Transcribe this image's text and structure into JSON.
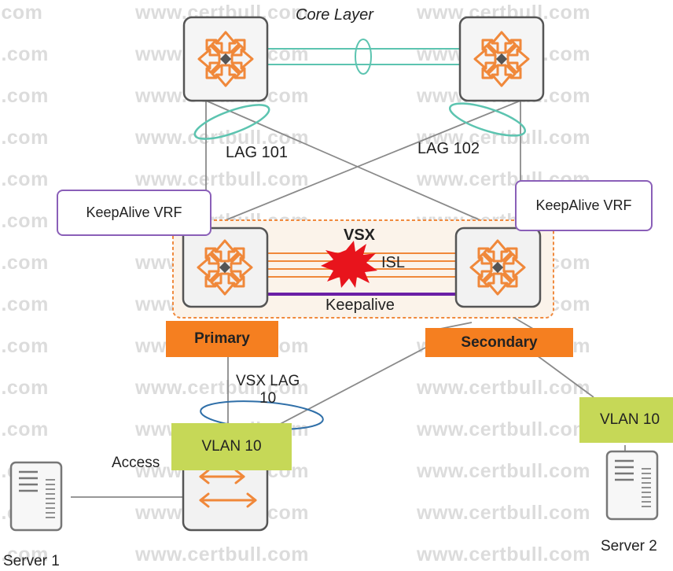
{
  "watermark": {
    "prefix": "www.certbull.com",
    "suffix": "ll.com",
    "first_suffix": "l.com"
  },
  "diagram": {
    "core_layer_title": "Core Layer",
    "lag_101": "LAG 101",
    "lag_102": "LAG 102",
    "keepalive_vrf_left": "KeepAlive VRF",
    "keepalive_vrf_right": "KeepAlive VRF",
    "vsx": "VSX",
    "isl": "ISL",
    "keepalive": "Keepalive",
    "primary": "Primary",
    "secondary": "Secondary",
    "vsx_lag_line1": "VSX LAG",
    "vsx_lag_line2": "10",
    "vlan_left": "VLAN 10",
    "vlan_right": "VLAN 10",
    "access": "Access",
    "server1": "Server 1",
    "server2": "Server 2"
  },
  "colors": {
    "switch_orange": "#f0883a",
    "lag_teal": "#5cc4b0",
    "vrf_purple": "#8a5fb8",
    "role_orange": "#f57f20",
    "vlan_green": "#c6d857",
    "keepalive_purple": "#6a1fa6",
    "isl_orange": "#f0883a",
    "starburst_red": "#e8141c"
  }
}
